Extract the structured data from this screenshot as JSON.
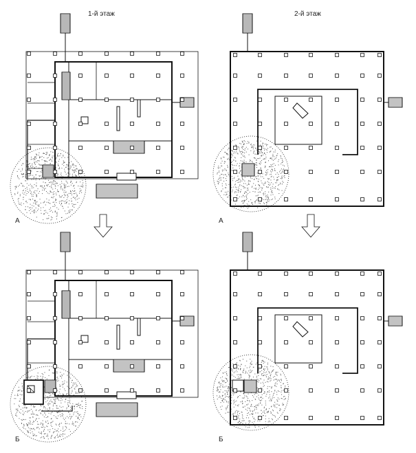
{
  "titles": {
    "floor1": "1-й этаж",
    "floor2": "2-й этаж"
  },
  "variants": {
    "top_left": "А",
    "top_right": "А",
    "bottom_left": "Б",
    "bottom_right": "Б"
  },
  "colors": {
    "line": "#111111",
    "stipple": "#555555"
  }
}
